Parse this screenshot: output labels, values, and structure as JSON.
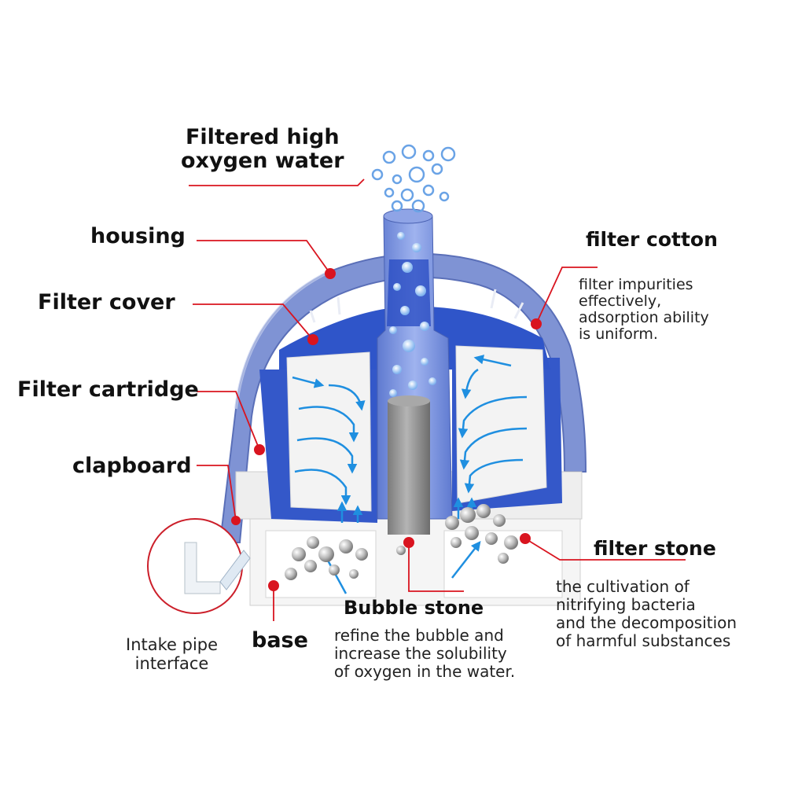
{
  "labels": {
    "filtered_water": [
      "Filtered high",
      "oxygen water"
    ],
    "housing": "housing",
    "filter_cover": "Filter cover",
    "filter_cartridge": "Filter cartridge",
    "clapboard": "clapboard",
    "intake_pipe": [
      "Intake pipe",
      "interface"
    ],
    "base": "base",
    "bubble_stone": "Bubble stone",
    "filter_cotton": "filter cotton",
    "filter_stone": "filter stone"
  },
  "descriptions": {
    "filter_cotton": [
      "filter impurities",
      "effectively,",
      "adsorption ability",
      "is uniform."
    ],
    "bubble_stone": [
      "refine the bubble and",
      "increase the solubility",
      "of oxygen in the water."
    ],
    "filter_stone": [
      "the cultivation of",
      "nitrifying bacteria",
      "and the decomposition",
      "of harmful substances"
    ]
  },
  "colors": {
    "leader": "#d9141f",
    "housing": "#6f86c9",
    "cartridge": "#2f55c9",
    "flow_arrow": "#1f8fe0",
    "bubble_stone": "#8c8c8c",
    "foam": "#f2f2f2"
  },
  "icons": {
    "bubbles": "bubble-cluster-icon",
    "flow": "flow-arrow-icon",
    "stones": "stone-ball-icon"
  }
}
